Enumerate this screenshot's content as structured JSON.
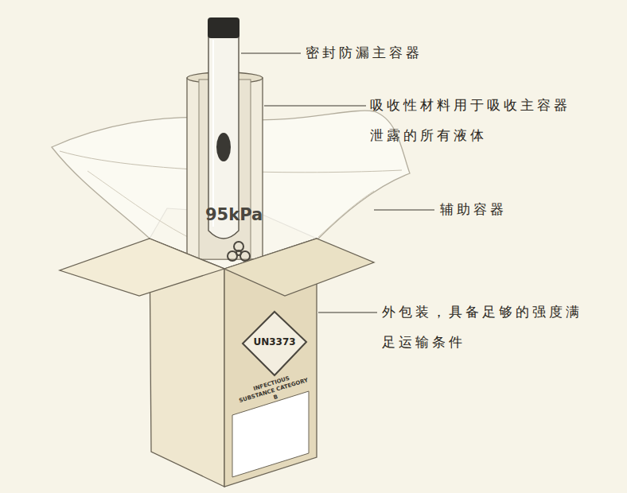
{
  "diagram": {
    "labels": [
      "密封防漏主容器",
      "吸收性材料用于吸收主容器 泄露的所有液体",
      "辅助容器",
      "外包装，具备足够的强度满 足运输条件",
      "95kPa",
      "UN3373",
      "INFECTIOUS SUBSTANCE CATEGORY B"
    ]
  }
}
